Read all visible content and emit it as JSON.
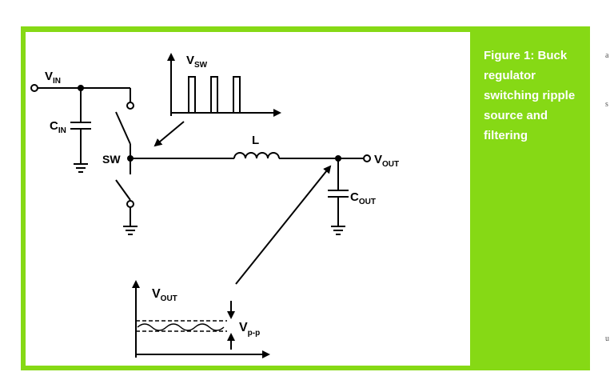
{
  "caption_lines": [
    "Figure 1: Buck",
    "regulator",
    "switching ripple",
    "source and",
    "filtering"
  ],
  "colors": {
    "accent": "#86d915",
    "line": "#000000",
    "background": "#ffffff"
  },
  "labels": {
    "vin": {
      "main": "V",
      "sub": "IN"
    },
    "cin": {
      "main": "C",
      "sub": "IN"
    },
    "sw": "SW",
    "vsw": {
      "main": "V",
      "sub": "SW"
    },
    "l": "L",
    "vout": {
      "main": "V",
      "sub": "OUT"
    },
    "cout": {
      "main": "C",
      "sub": "OUT"
    },
    "vout_graph": {
      "main": "V",
      "sub": "OUT"
    },
    "vpp": {
      "main": "V",
      "sub": "p-p"
    }
  },
  "edge_marks": [
    "a",
    "s",
    "u"
  ]
}
